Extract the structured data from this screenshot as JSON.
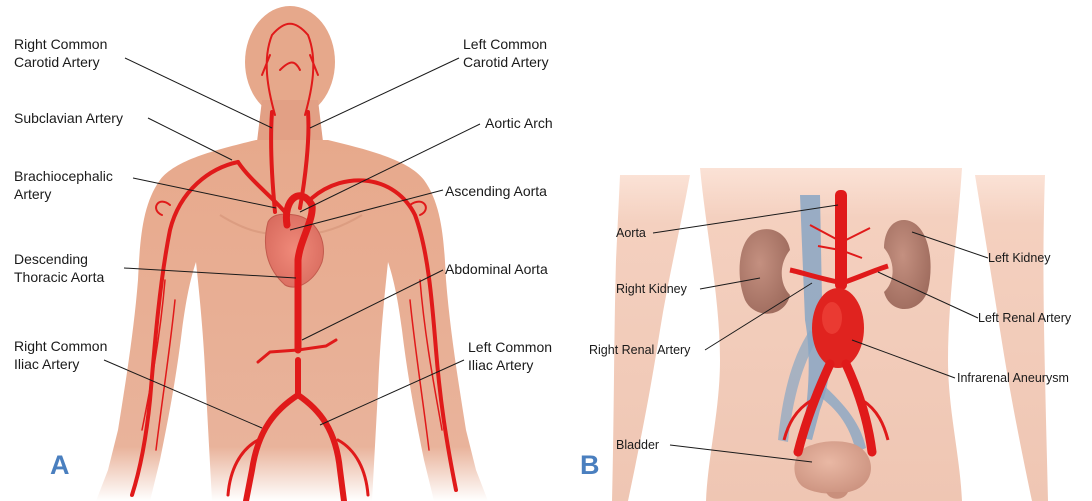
{
  "panel_a": {
    "letter": "A",
    "labels": {
      "right_common_carotid": [
        "Right Common",
        "Carotid Artery"
      ],
      "left_common_carotid": [
        "Left Common",
        "Carotid Artery"
      ],
      "subclavian": [
        "Subclavian Artery"
      ],
      "aortic_arch": [
        "Aortic Arch"
      ],
      "brachiocephalic": [
        "Brachiocephalic",
        "Artery"
      ],
      "ascending_aorta": [
        "Ascending Aorta"
      ],
      "descending_thoracic": [
        "Descending",
        "Thoracic Aorta"
      ],
      "abdominal_aorta": [
        "Abdominal Aorta"
      ],
      "right_common_iliac": [
        "Right Common",
        "Iliac Artery"
      ],
      "left_common_iliac": [
        "Left Common",
        "Iliac Artery"
      ]
    }
  },
  "panel_b": {
    "letter": "B",
    "labels": {
      "aorta": "Aorta",
      "left_kidney": "Left Kidney",
      "right_kidney": "Right Kidney",
      "left_renal_artery": "Left Renal Artery",
      "right_renal_artery": "Right Renal Artery",
      "infrarenal_aneurysm": "Infrarenal Aneurysm",
      "bladder": "Bladder"
    }
  },
  "colors": {
    "skin": "#e4a488",
    "skin_light": "#f1c6b2",
    "artery": "#e01a1a",
    "vein": "#7f9fbf",
    "kidney": "#b07a6a",
    "letter": "#4a7fbf"
  }
}
